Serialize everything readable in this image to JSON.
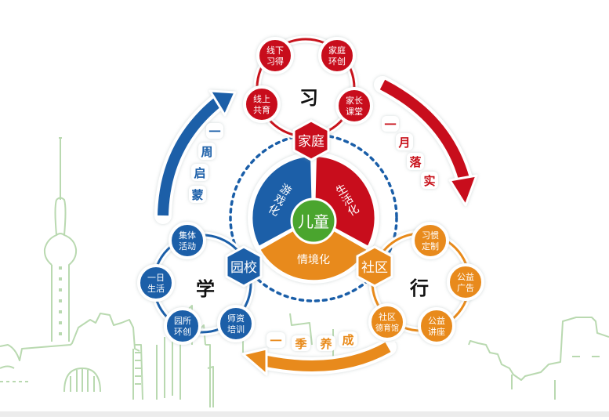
{
  "colors": {
    "red": "#c8111a",
    "blue": "#1a5ea8",
    "orange": "#e88a1a",
    "green": "#4aa52e",
    "skyline": "#b9d9b0",
    "dotted_ring": "#1a5ea8",
    "bottom_band": "#ececec"
  },
  "center": {
    "core_label": "儿童",
    "segments": [
      {
        "label": "游戏化",
        "color": "#1a5ea8"
      },
      {
        "label": "生活化",
        "color": "#c8111a"
      },
      {
        "label": "情境化",
        "color": "#e88a1a"
      }
    ]
  },
  "groups": {
    "family": {
      "hub_label": "家庭",
      "core_char": "习",
      "color": "#c8111a",
      "items": [
        "线下\n习得",
        "家庭\n环创",
        "线上\n共育",
        "家长\n课堂"
      ],
      "items_lines": [
        [
          "线下",
          "习得"
        ],
        [
          "家庭",
          "环创"
        ],
        [
          "线上",
          "共育"
        ],
        [
          "家长",
          "课堂"
        ]
      ]
    },
    "school": {
      "hub_label": "园校",
      "core_char": "学",
      "color": "#1a5ea8",
      "items_lines": [
        [
          "集体",
          "活动"
        ],
        [
          "一日",
          "生活"
        ],
        [
          "园所",
          "环创"
        ],
        [
          "师资",
          "培训"
        ]
      ]
    },
    "community": {
      "hub_label": "社区",
      "core_char": "行",
      "color": "#e88a1a",
      "items_lines": [
        [
          "习惯",
          "定制"
        ],
        [
          "公益",
          "广告"
        ],
        [
          "公益",
          "讲座"
        ],
        [
          "社区",
          "德育馆"
        ]
      ]
    }
  },
  "arrows": {
    "week": {
      "chars": [
        "一",
        "周",
        "启",
        "蒙"
      ],
      "color": "#1a5ea8"
    },
    "month": {
      "chars": [
        "一",
        "月",
        "落",
        "实"
      ],
      "color": "#c8111a"
    },
    "season": {
      "chars": [
        "一",
        "季",
        "养",
        "成"
      ],
      "color": "#e88a1a"
    }
  }
}
